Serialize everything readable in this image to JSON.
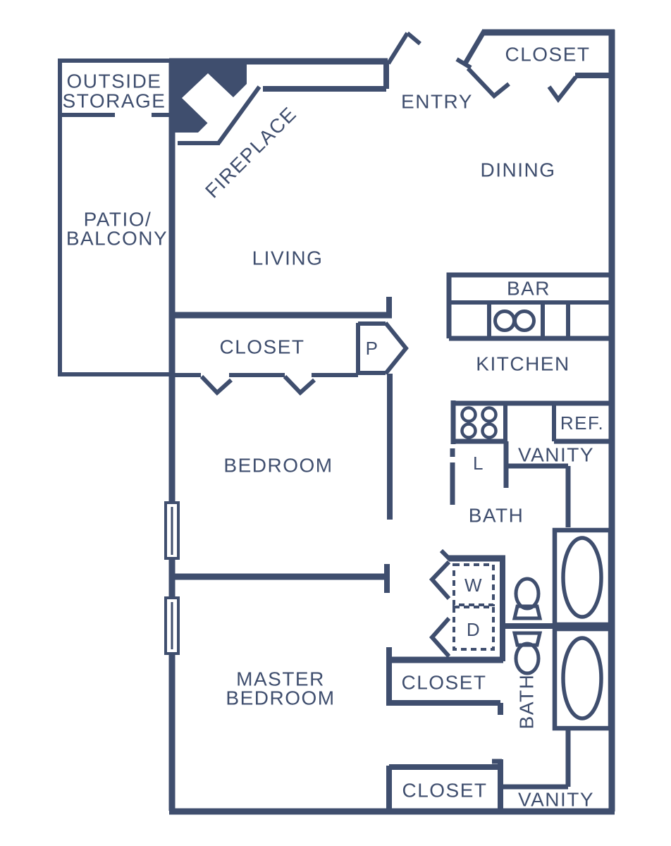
{
  "colors": {
    "ink": "#3F4E6E",
    "background": "#FFFFFF"
  },
  "labels": {
    "outside_storage_1": "OUTSIDE",
    "outside_storage_2": "STORAGE",
    "patio_1": "PATIO/",
    "patio_2": "BALCONY",
    "fireplace": "FIREPLACE",
    "living": "LIVING",
    "entry": "ENTRY",
    "entry_closet": "CLOSET",
    "dining": "DINING",
    "bar": "BAR",
    "kitchen": "KITCHEN",
    "refrigerator": "REF.",
    "vanity_upper": "VANITY",
    "linen": "L",
    "bath_upper": "BATH",
    "bedroom_closet": "CLOSET",
    "pantry": "P",
    "bedroom": "BEDROOM",
    "washer": "W",
    "dryer": "D",
    "master_closet_1": "CLOSET",
    "bath_lower": "BATH",
    "master_bedroom_1": "MASTER",
    "master_bedroom_2": "BEDROOM",
    "master_closet_2": "CLOSET",
    "vanity_lower": "VANITY"
  }
}
